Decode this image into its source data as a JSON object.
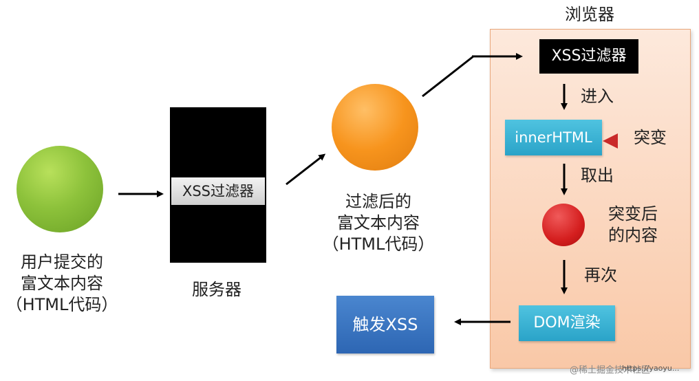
{
  "browser": {
    "title": "浏览器",
    "filter_label": "XSS过滤器",
    "step_enter": "进入",
    "inner_html_label": "innerHTML",
    "mutation_label": "突变",
    "step_extract": "取出",
    "mutated_content_line1": "突变后",
    "mutated_content_line2": "的内容",
    "step_again": "再次",
    "dom_render_label": "DOM渲染"
  },
  "user": {
    "line1": "用户提交的",
    "line2": "富文本内容",
    "line3": "（HTML代码）"
  },
  "server": {
    "filter_label": "XSS过滤器",
    "label": "服务器"
  },
  "filtered": {
    "line1": "过滤后的",
    "line2": "富文本内容",
    "line3": "（HTML代码）"
  },
  "trigger_label": "触发XSS",
  "watermark": {
    "text": "@稀土掘金技术社区",
    "url": "https://yaoyu..."
  },
  "colors": {
    "user_node": "#8dc23b",
    "filtered_node": "#f7941d",
    "mutated_node": "#d41e1e",
    "browser_panel": "#fbd7bf",
    "process_box": "#2aa3c8",
    "trigger_box": "#2d66b3"
  }
}
